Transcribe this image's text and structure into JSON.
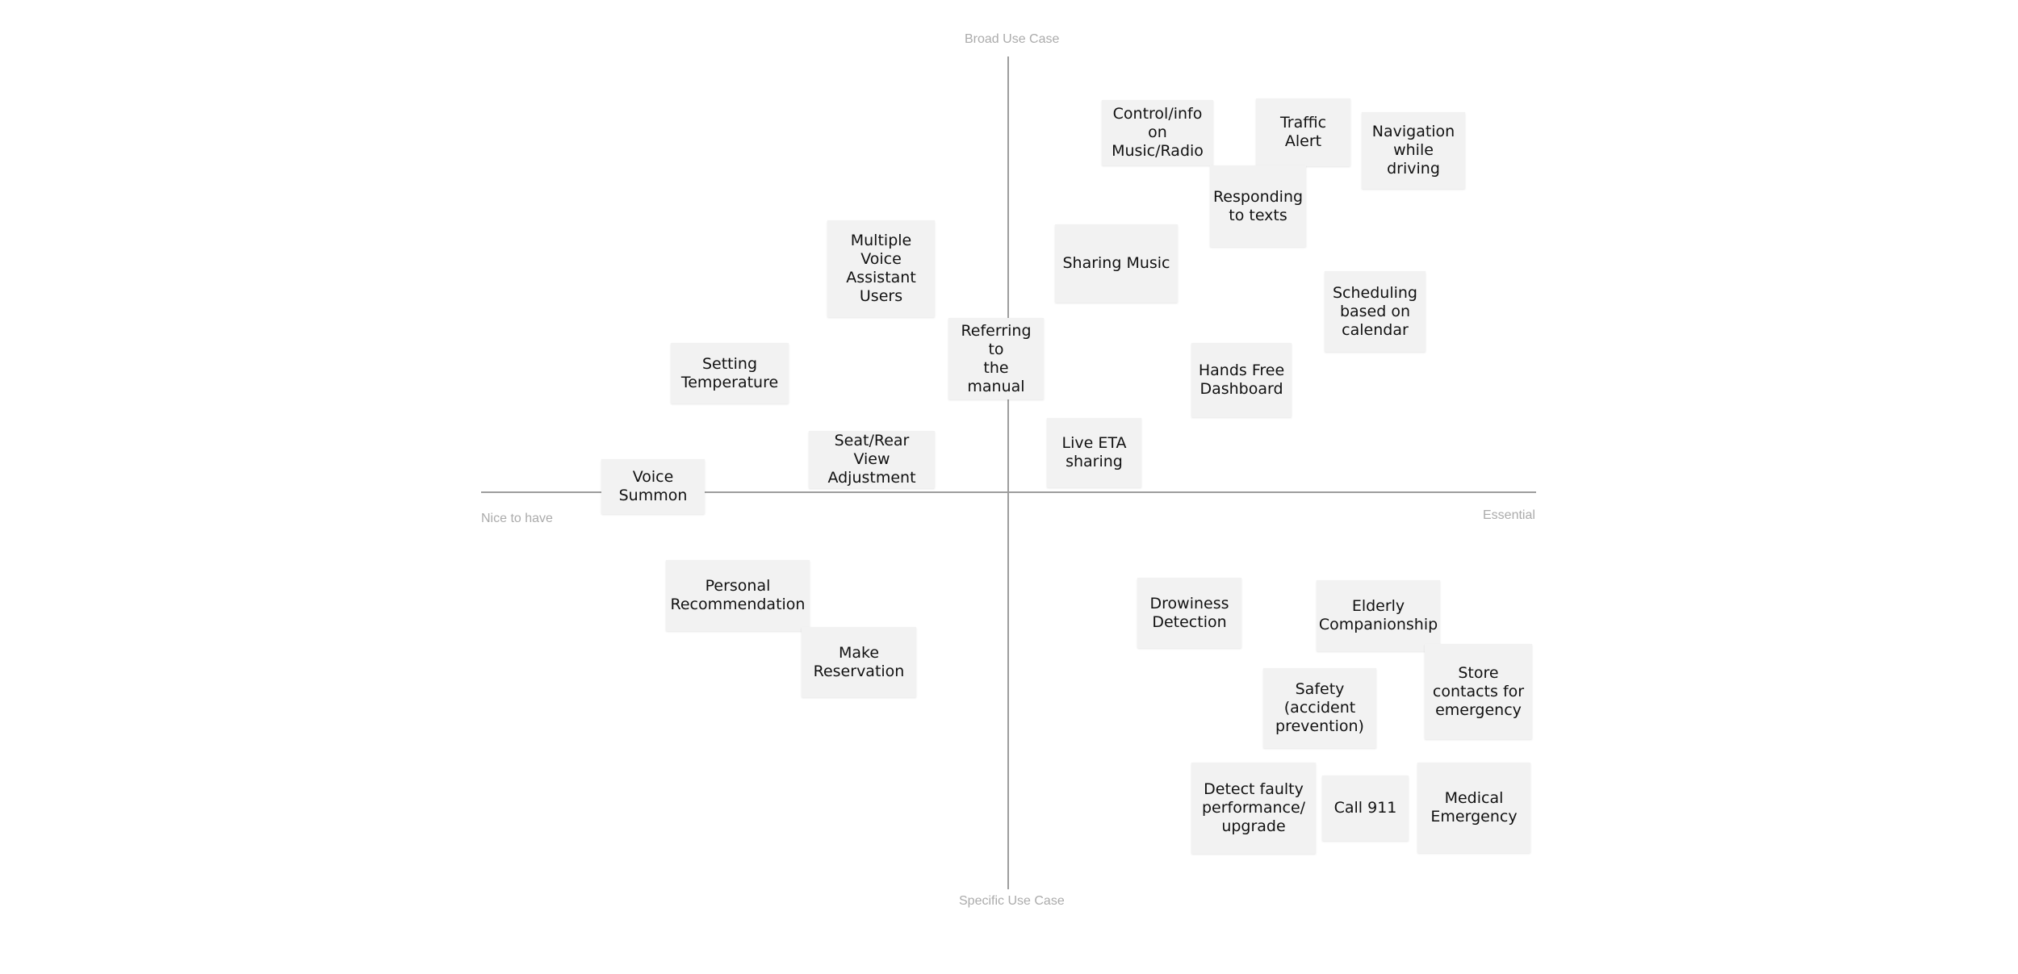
{
  "axes": {
    "top": "Broad Use Case",
    "bottom": "Specific Use Case",
    "left": "Nice to have",
    "right": "Essential"
  },
  "notes": {
    "control": "Control/info on\nMusic/Radio",
    "traffic": "Traffic\nAlert",
    "navigation": "Navigation\nwhile driving",
    "responding": "Responding\nto texts",
    "sharing": "Sharing Music",
    "multiple": "Multiple\nVoice Assistant\nUsers",
    "scheduling": "Scheduling\nbased on\ncalendar",
    "referring": "Referring to\nthe manual",
    "setting": "Setting\nTemperature",
    "handsfree": "Hands Free\nDashboard",
    "live": "Live ETA\nsharing",
    "seat": "Seat/Rear\nView Adjustment",
    "voice": "Voice\nSummon",
    "personal": "Personal\nRecommendation",
    "make": "Make\nReservation",
    "drowsiness": "Drowiness\nDetection",
    "elderly": "Elderly\nCompanionship",
    "store": "Store\ncontacts for\nemergency",
    "safety": "Safety\n(accident\nprevention)",
    "detect": "Detect faulty\nperformance/\nupgrade",
    "call": "Call 911",
    "medical": "Medical\nEmergency"
  },
  "colors": {
    "note_background": "#f2f2f2",
    "axis_line": "#9e9e9e",
    "axis_label": "#ababab",
    "note_text": "#111111"
  }
}
